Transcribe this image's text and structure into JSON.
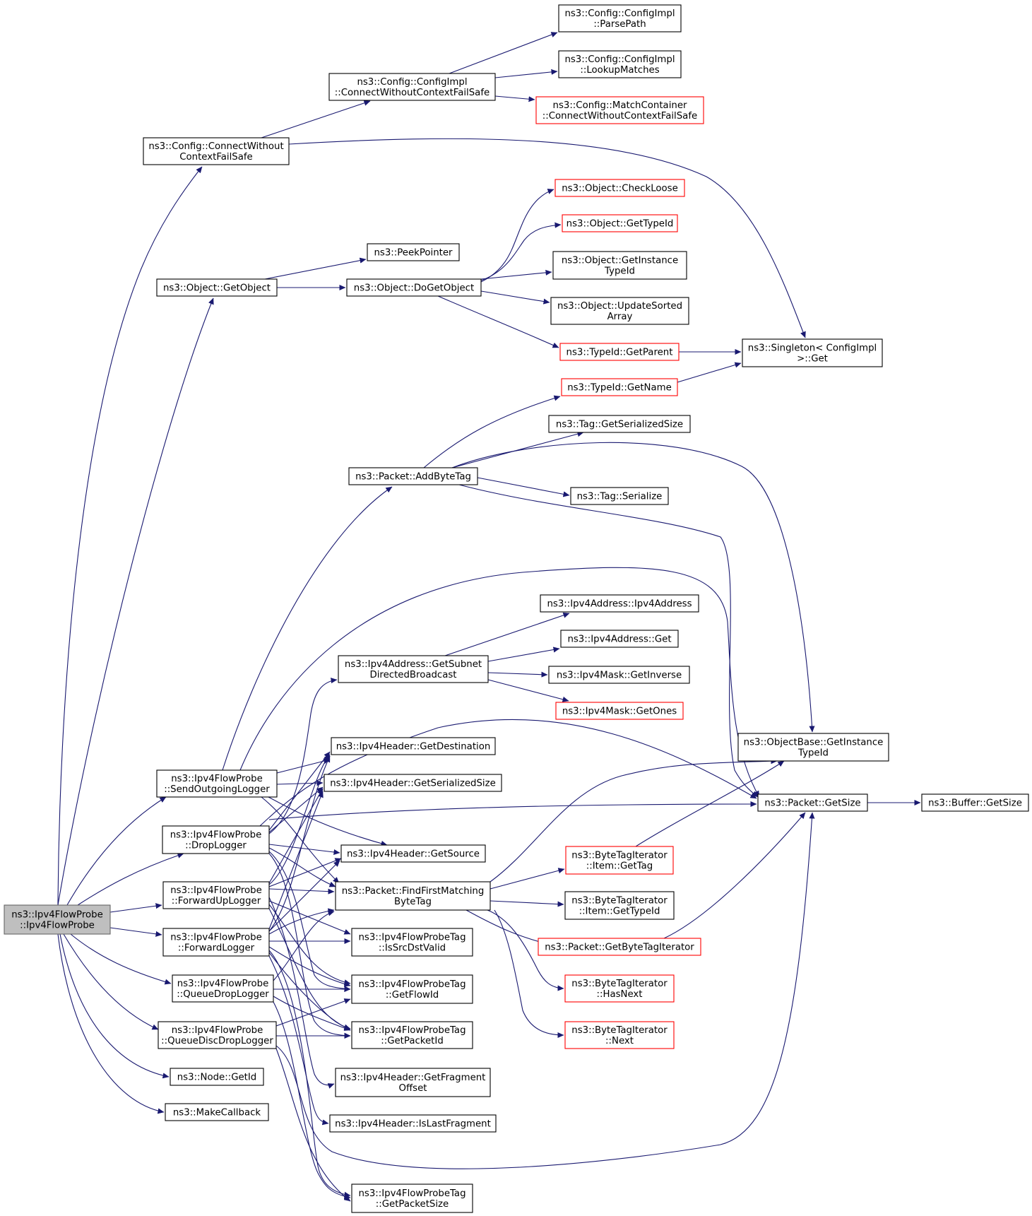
{
  "graph": {
    "colors": {
      "edge": "#191970",
      "border": "#000000",
      "border_incomplete": "#ff0000",
      "root_fill": "#bfbfbf",
      "root_border": "#666666"
    },
    "root": "root",
    "nodes": [
      {
        "id": "root",
        "label": [
          "ns3::Ipv4FlowProbe",
          "::Ipv4FlowProbe"
        ],
        "style": "root"
      },
      {
        "id": "cwcfs",
        "label": [
          "ns3::Config::ConnectWithout",
          "ContextFailSafe"
        ]
      },
      {
        "id": "ci_cwcfs",
        "label": [
          "ns3::Config::ConfigImpl",
          "::ConnectWithoutContextFailSafe"
        ]
      },
      {
        "id": "parsepath",
        "label": [
          "ns3::Config::ConfigImpl",
          "::ParsePath"
        ]
      },
      {
        "id": "lookup",
        "label": [
          "ns3::Config::ConfigImpl",
          "::LookupMatches"
        ]
      },
      {
        "id": "mc_cwcfs",
        "label": [
          "ns3::Config::MatchContainer",
          "::ConnectWithoutContextFailSafe"
        ],
        "style": "red"
      },
      {
        "id": "getobject",
        "label": [
          "ns3::Object::GetObject"
        ]
      },
      {
        "id": "peekpointer",
        "label": [
          "ns3::PeekPointer"
        ]
      },
      {
        "id": "dogetobject",
        "label": [
          "ns3::Object::DoGetObject"
        ]
      },
      {
        "id": "checkloose",
        "label": [
          "ns3::Object::CheckLoose"
        ],
        "style": "red"
      },
      {
        "id": "obj_gettypeid",
        "label": [
          "ns3::Object::GetTypeId"
        ],
        "style": "red"
      },
      {
        "id": "obj_getinsttypeid",
        "label": [
          "ns3::Object::GetInstance",
          "TypeId"
        ]
      },
      {
        "id": "updatesorted",
        "label": [
          "ns3::Object::UpdateSorted",
          "Array"
        ]
      },
      {
        "id": "getparent",
        "label": [
          "ns3::TypeId::GetParent"
        ],
        "style": "red"
      },
      {
        "id": "singleton",
        "label": [
          "ns3::Singleton< ConfigImpl",
          " >::Get"
        ]
      },
      {
        "id": "getname",
        "label": [
          "ns3::TypeId::GetName"
        ],
        "style": "red"
      },
      {
        "id": "tag_getser",
        "label": [
          "ns3::Tag::GetSerializedSize"
        ]
      },
      {
        "id": "addbytetag",
        "label": [
          "ns3::Packet::AddByteTag"
        ]
      },
      {
        "id": "tag_serialize",
        "label": [
          "ns3::Tag::Serialize"
        ]
      },
      {
        "id": "ipv4addr_ctor",
        "label": [
          "ns3::Ipv4Address::Ipv4Address"
        ]
      },
      {
        "id": "ipv4addr_get",
        "label": [
          "ns3::Ipv4Address::Get"
        ]
      },
      {
        "id": "subnetdb",
        "label": [
          "ns3::Ipv4Address::GetSubnet",
          "DirectedBroadcast"
        ]
      },
      {
        "id": "getinverse",
        "label": [
          "ns3::Ipv4Mask::GetInverse"
        ]
      },
      {
        "id": "getones",
        "label": [
          "ns3::Ipv4Mask::GetOnes"
        ],
        "style": "red"
      },
      {
        "id": "getdest",
        "label": [
          "ns3::Ipv4Header::GetDestination"
        ]
      },
      {
        "id": "objbase_getinst",
        "label": [
          "ns3::ObjectBase::GetInstance",
          "TypeId"
        ]
      },
      {
        "id": "sendout",
        "label": [
          "ns3::Ipv4FlowProbe",
          "::SendOutgoingLogger"
        ]
      },
      {
        "id": "hdr_getser",
        "label": [
          "ns3::Ipv4Header::GetSerializedSize"
        ]
      },
      {
        "id": "pkt_getsize",
        "label": [
          "ns3::Packet::GetSize"
        ]
      },
      {
        "id": "buf_getsize",
        "label": [
          "ns3::Buffer::GetSize"
        ]
      },
      {
        "id": "droplogger",
        "label": [
          "ns3::Ipv4FlowProbe",
          "::DropLogger"
        ]
      },
      {
        "id": "getsource",
        "label": [
          "ns3::Ipv4Header::GetSource"
        ]
      },
      {
        "id": "bti_gettag",
        "label": [
          "ns3::ByteTagIterator",
          "::Item::GetTag"
        ],
        "style": "red"
      },
      {
        "id": "fwdup",
        "label": [
          "ns3::Ipv4FlowProbe",
          "::ForwardUpLogger"
        ]
      },
      {
        "id": "ffmbt",
        "label": [
          "ns3::Packet::FindFirstMatching",
          "ByteTag"
        ]
      },
      {
        "id": "bti_gettypeid",
        "label": [
          "ns3::ByteTagIterator",
          "::Item::GetTypeId"
        ]
      },
      {
        "id": "fwdlogger",
        "label": [
          "ns3::Ipv4FlowProbe",
          "::ForwardLogger"
        ]
      },
      {
        "id": "srcdstvalid",
        "label": [
          "ns3::Ipv4FlowProbeTag",
          "::IsSrcDstValid"
        ]
      },
      {
        "id": "getbtiter",
        "label": [
          "ns3::Packet::GetByteTagIterator"
        ],
        "style": "red"
      },
      {
        "id": "qdrop",
        "label": [
          "ns3::Ipv4FlowProbe",
          "::QueueDropLogger"
        ]
      },
      {
        "id": "getflowid",
        "label": [
          "ns3::Ipv4FlowProbeTag",
          "::GetFlowId"
        ]
      },
      {
        "id": "hasnext",
        "label": [
          "ns3::ByteTagIterator",
          "::HasNext"
        ],
        "style": "red"
      },
      {
        "id": "qddrop",
        "label": [
          "ns3::Ipv4FlowProbe",
          "::QueueDiscDropLogger"
        ]
      },
      {
        "id": "getpacketid",
        "label": [
          "ns3::Ipv4FlowProbeTag",
          "::GetPacketId"
        ]
      },
      {
        "id": "next",
        "label": [
          "ns3::ByteTagIterator",
          "::Next"
        ],
        "style": "red"
      },
      {
        "id": "getfragoff",
        "label": [
          "ns3::Ipv4Header::GetFragment",
          "Offset"
        ]
      },
      {
        "id": "node_getid",
        "label": [
          "ns3::Node::GetId"
        ]
      },
      {
        "id": "makecallback",
        "label": [
          "ns3::MakeCallback"
        ]
      },
      {
        "id": "islastfrag",
        "label": [
          "ns3::Ipv4Header::IsLastFragment"
        ]
      },
      {
        "id": "getpacketsize",
        "label": [
          "ns3::Ipv4FlowProbeTag",
          "::GetPacketSize"
        ]
      }
    ]
  }
}
